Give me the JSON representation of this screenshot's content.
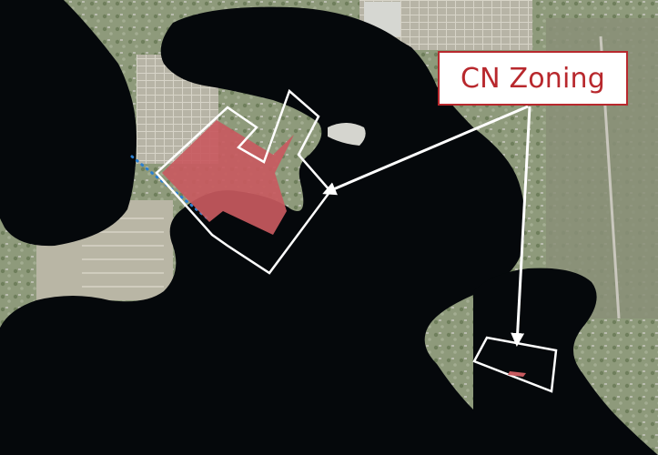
{
  "map": {
    "callout_label": "CN Zoning",
    "colors": {
      "mask": "#05080b",
      "zone_fill": "#c85a5f",
      "parcel_outline": "#ffffff",
      "arrow": "#ffffff",
      "callout_border": "#b8282d",
      "callout_text": "#b8282d",
      "dotted_boundary": "#2a7fd0"
    },
    "features": {
      "zoned_parcel_count": 2,
      "arrows": 2,
      "dotted_boundary": true
    }
  }
}
